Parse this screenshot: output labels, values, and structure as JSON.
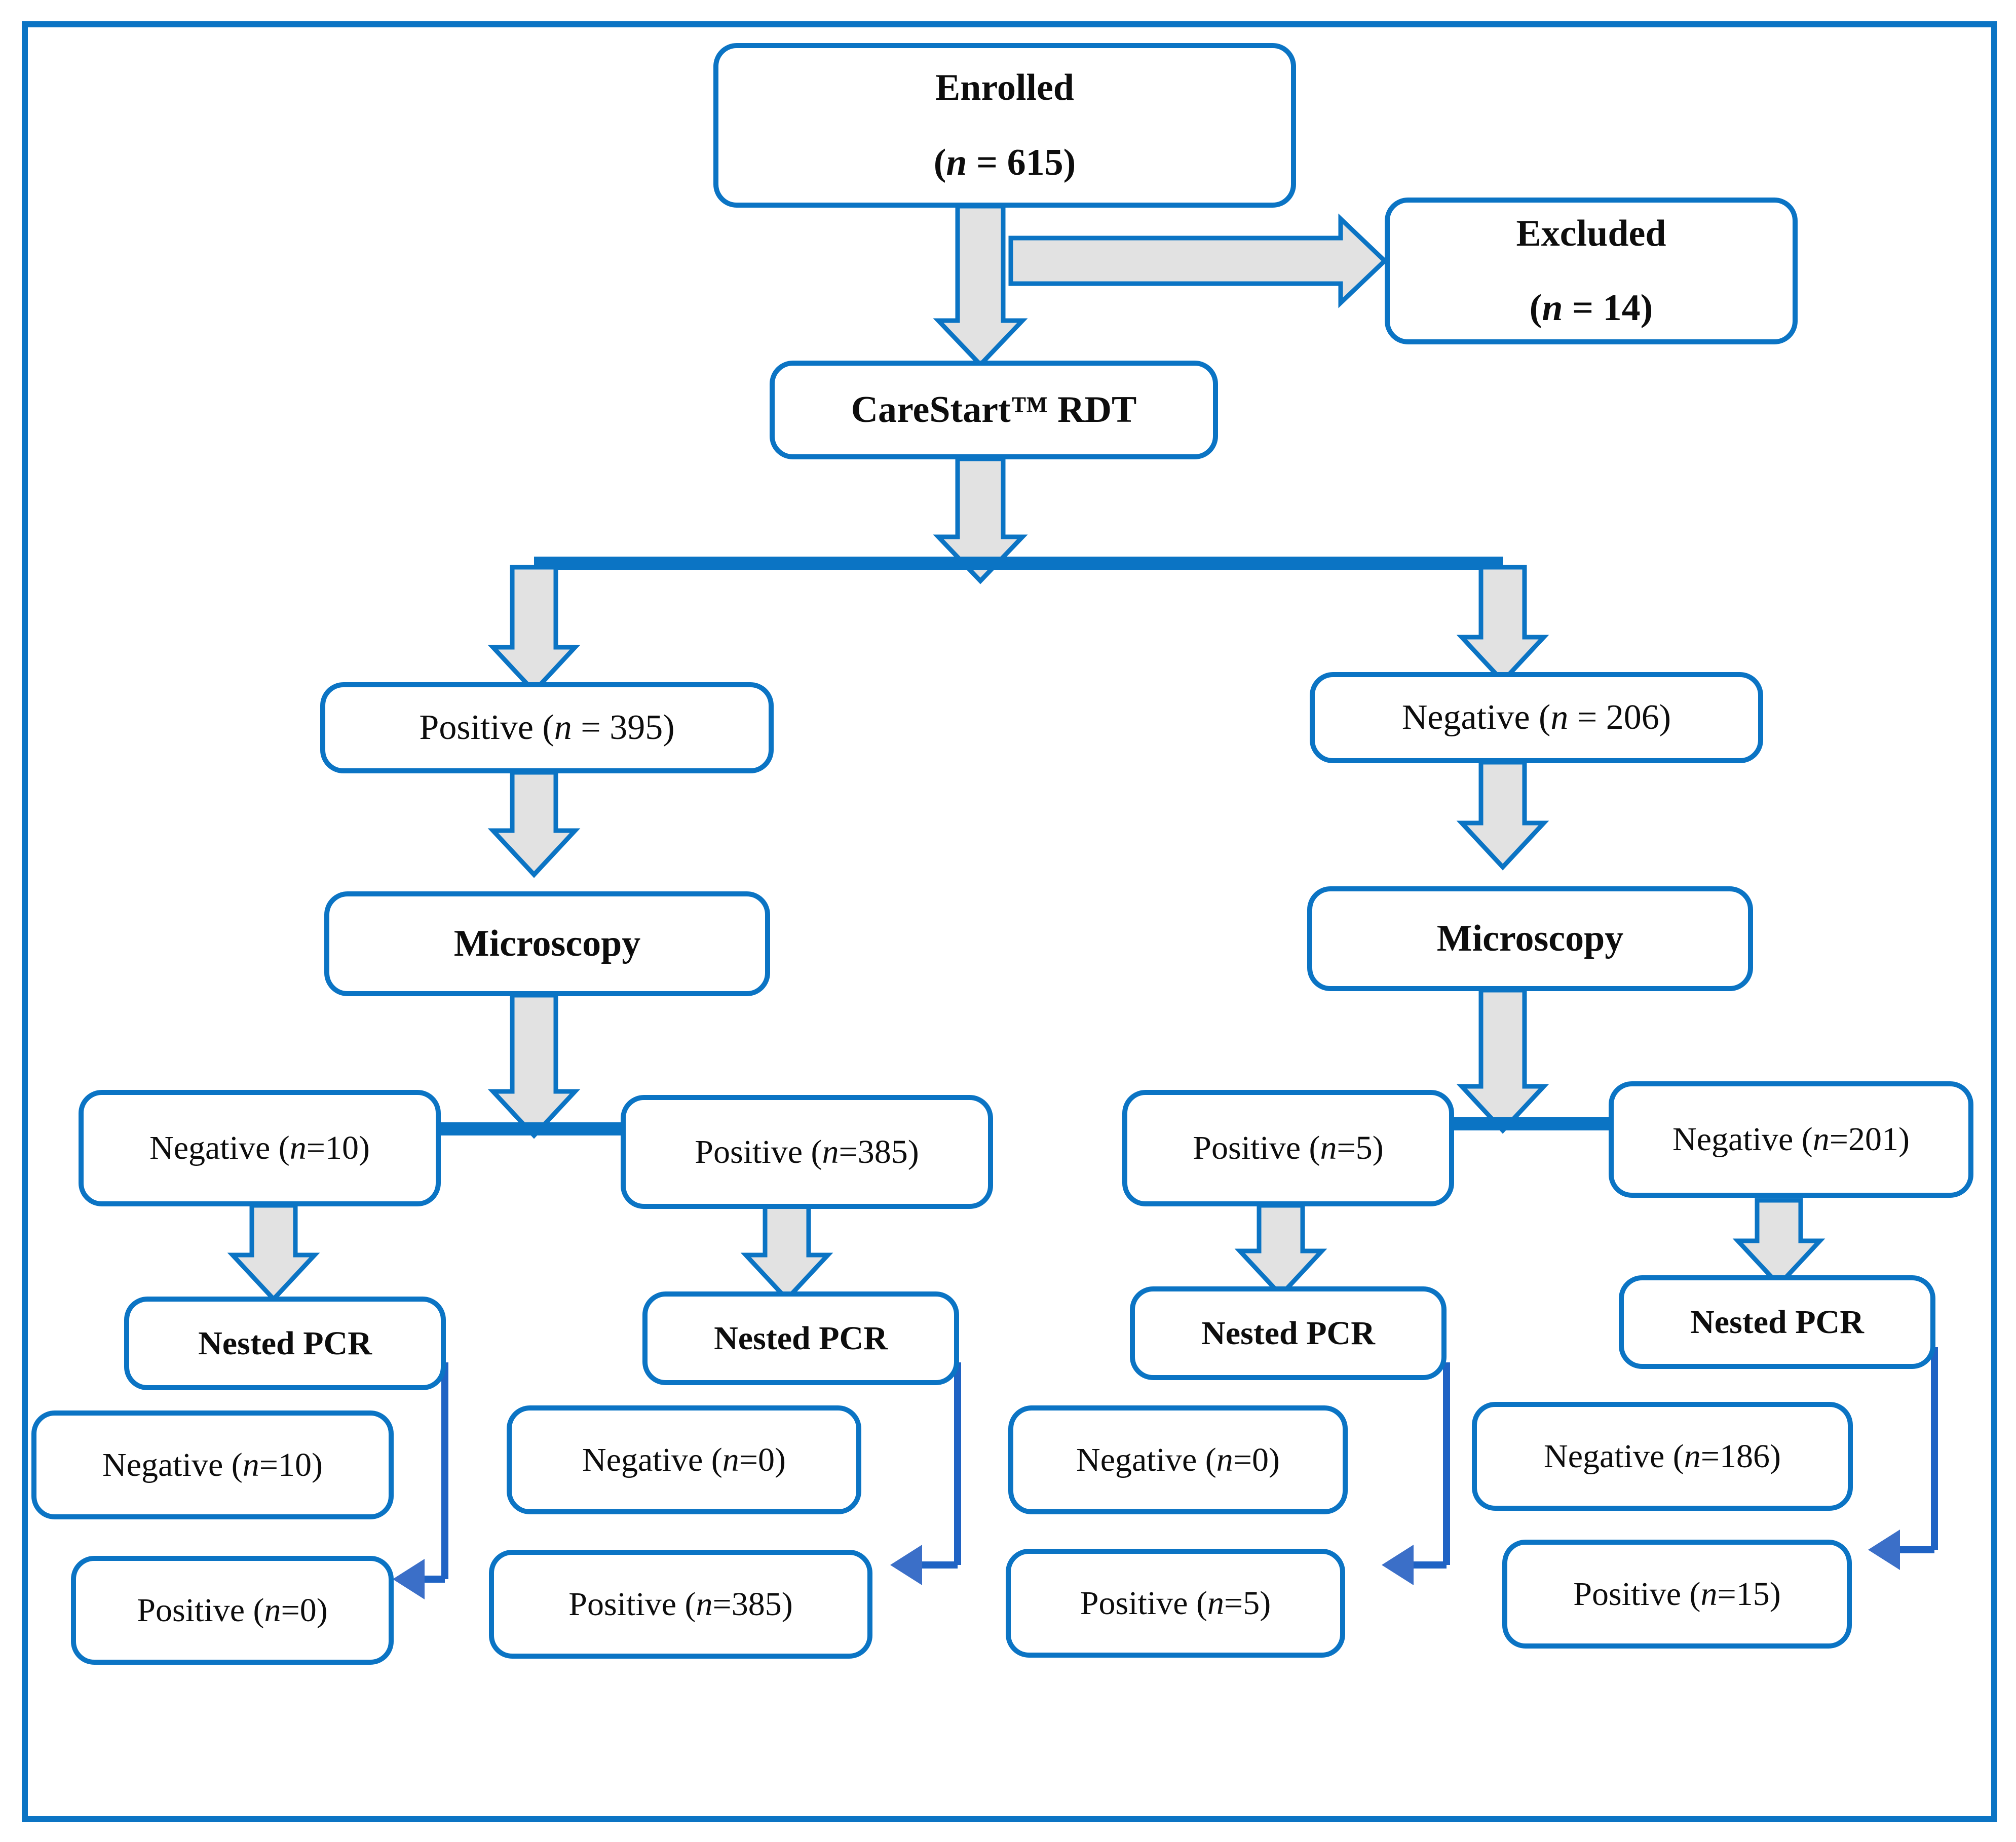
{
  "diagram": {
    "title": "Study participant flow diagram",
    "accent_color": "#0b74c4",
    "arrow_fill": "#e2e2e2",
    "thin_arrow_color": "#3b6fc8",
    "text_color": "#0d0d0d"
  },
  "nodes": {
    "enrolled": {
      "line1": "Enrolled",
      "line2": "(n = 615)"
    },
    "excluded": {
      "line1": "Excluded",
      "line2": "(n = 14)"
    },
    "rdt": {
      "line1": "CareStart™ RDT"
    },
    "rdt_positive": {
      "line1": "Positive (n = 395)"
    },
    "rdt_negative": {
      "line1": "Negative (n = 206)"
    },
    "micro_left": {
      "line1": "Microscopy"
    },
    "micro_right": {
      "line1": "Microscopy"
    },
    "ml_negative": {
      "line1": "Negative (n=10)"
    },
    "ml_positive": {
      "line1": "Positive (n=385)"
    },
    "mr_positive": {
      "line1": "Positive (n=5)"
    },
    "mr_negative": {
      "line1": "Negative (n=201)"
    },
    "pcr_1": {
      "line1": "Nested PCR"
    },
    "pcr_2": {
      "line1": "Nested PCR"
    },
    "pcr_3": {
      "line1": "Nested PCR"
    },
    "pcr_4": {
      "line1": "Nested PCR"
    },
    "pcr1_negative": {
      "line1": "Negative (n=10)"
    },
    "pcr1_positive": {
      "line1": "Positive (n=0)"
    },
    "pcr2_negative": {
      "line1": "Negative (n=0)"
    },
    "pcr2_positive": {
      "line1": "Positive (n=385)"
    },
    "pcr3_negative": {
      "line1": "Negative (n=0)"
    },
    "pcr3_positive": {
      "line1": "Positive (n=5)"
    },
    "pcr4_negative": {
      "line1": "Negative (n=186)"
    },
    "pcr4_positive": {
      "line1": "Positive (n=15)"
    }
  },
  "chart_data": {
    "type": "flowchart",
    "title": "Participant screening and diagnostic testing flow",
    "counts": {
      "enrolled": 615,
      "excluded": 14,
      "rdt_positive": 395,
      "rdt_negative": 206,
      "rdt_pos_microscopy_negative": 10,
      "rdt_pos_microscopy_positive": 385,
      "rdt_neg_microscopy_positive": 5,
      "rdt_neg_microscopy_negative": 201,
      "pcr_from_micro_neg_10": {
        "negative": 10,
        "positive": 0
      },
      "pcr_from_micro_pos_385": {
        "negative": 0,
        "positive": 385
      },
      "pcr_from_micro_pos_5": {
        "negative": 0,
        "positive": 5
      },
      "pcr_from_micro_neg_201": {
        "negative": 186,
        "positive": 15
      }
    },
    "edges": [
      "Enrolled -> Excluded",
      "Enrolled -> CareStart RDT",
      "CareStart RDT -> Positive (n = 395)",
      "CareStart RDT -> Negative (n = 206)",
      "Positive (n = 395) -> Microscopy",
      "Negative (n = 206) -> Microscopy",
      "Microscopy -> Negative (n=10) / Positive (n=385)",
      "Microscopy -> Positive (n=5) / Negative (n=201)",
      "Negative (n=10) -> Nested PCR",
      "Positive (n=385) -> Nested PCR",
      "Positive (n=5) -> Nested PCR",
      "Negative (n=201) -> Nested PCR",
      "Nested PCR -> Negative/Positive result pair (x4)"
    ]
  }
}
